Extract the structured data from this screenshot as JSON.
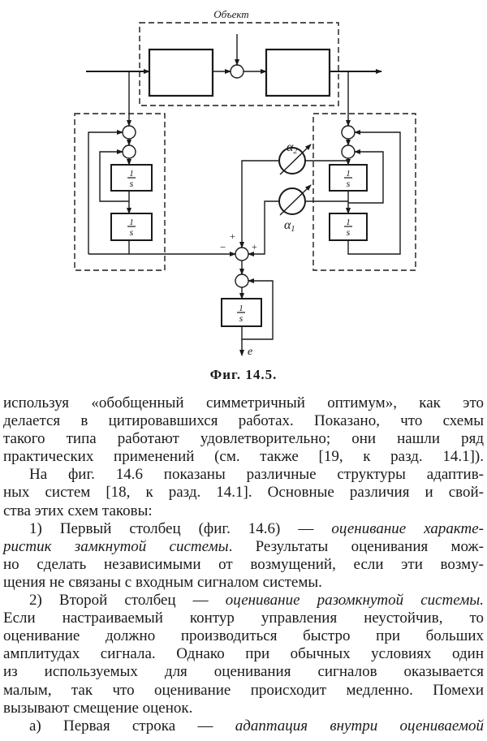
{
  "figure": {
    "object_label": "Объект",
    "integrator_label_num": "1",
    "integrator_label_den": "s",
    "alpha1": "α",
    "alpha1_sub": "1",
    "alpha2": "α",
    "alpha2_sub": "2",
    "sign_plus_top": "+",
    "sign_minus": "−",
    "sign_plus_right": "+",
    "output_label": "e",
    "caption": "Фиг. 14.5."
  },
  "body": {
    "lines": [
      {
        "indent": false,
        "last": false,
        "segs": [
          {
            "t": "используя «обобщенный симметричный оптимум», как это",
            "i": false
          }
        ]
      },
      {
        "indent": false,
        "last": false,
        "segs": [
          {
            "t": "делается в цитировавшихся работах. Показано, что схемы",
            "i": false
          }
        ]
      },
      {
        "indent": false,
        "last": false,
        "segs": [
          {
            "t": "такого типа работают удовлетворительно; они нашли ряд",
            "i": false
          }
        ]
      },
      {
        "indent": false,
        "last": false,
        "segs": [
          {
            "t": "практических применений (см. также [19, к разд. 14.1]).",
            "i": false
          }
        ]
      },
      {
        "indent": true,
        "last": false,
        "segs": [
          {
            "t": "На фиг. 14.6 показаны различные структуры адаптив-",
            "i": false
          }
        ]
      },
      {
        "indent": false,
        "last": false,
        "segs": [
          {
            "t": "ных систем [18, к разд. 14.1]. Основные различия и свой-",
            "i": false
          }
        ]
      },
      {
        "indent": false,
        "last": true,
        "segs": [
          {
            "t": "ства этих схем таковы:",
            "i": false
          }
        ]
      },
      {
        "indent": true,
        "last": false,
        "segs": [
          {
            "t": "1) Первый столбец (фиг. 14.6) — ",
            "i": false
          },
          {
            "t": "оценивание характе-",
            "i": true
          }
        ]
      },
      {
        "indent": false,
        "last": false,
        "segs": [
          {
            "t": "ристик замкнутой системы",
            "i": true
          },
          {
            "t": ". Результаты оценивания мож-",
            "i": false
          }
        ]
      },
      {
        "indent": false,
        "last": false,
        "segs": [
          {
            "t": "но сделать независимыми от возмущений, если эти возму-",
            "i": false
          }
        ]
      },
      {
        "indent": false,
        "last": true,
        "segs": [
          {
            "t": "щения не связаны с входным сигналом системы.",
            "i": false
          }
        ]
      },
      {
        "indent": true,
        "last": false,
        "segs": [
          {
            "t": "2) Второй столбец — ",
            "i": false
          },
          {
            "t": "оценивание разомкнутой системы.",
            "i": true
          }
        ]
      },
      {
        "indent": false,
        "last": false,
        "segs": [
          {
            "t": "Если настраиваемый контур управления неустойчив, то",
            "i": false
          }
        ]
      },
      {
        "indent": false,
        "last": false,
        "segs": [
          {
            "t": "оценивание должно производиться быстро при больших",
            "i": false
          }
        ]
      },
      {
        "indent": false,
        "last": false,
        "segs": [
          {
            "t": "амплитудах сигнала. Однако при обычных условиях один",
            "i": false
          }
        ]
      },
      {
        "indent": false,
        "last": false,
        "segs": [
          {
            "t": "из используемых для оценивания сигналов оказывается",
            "i": false
          }
        ]
      },
      {
        "indent": false,
        "last": false,
        "segs": [
          {
            "t": "малым, так что оценивание происходит медленно. Помехи",
            "i": false
          }
        ]
      },
      {
        "indent": false,
        "last": true,
        "segs": [
          {
            "t": "вызывают смещение оценок.",
            "i": false
          }
        ]
      },
      {
        "indent": true,
        "last": false,
        "segs": [
          {
            "t": "а) Первая строка — ",
            "i": false
          },
          {
            "t": "адаптация внутри оцениваемой",
            "i": true
          }
        ]
      }
    ]
  }
}
